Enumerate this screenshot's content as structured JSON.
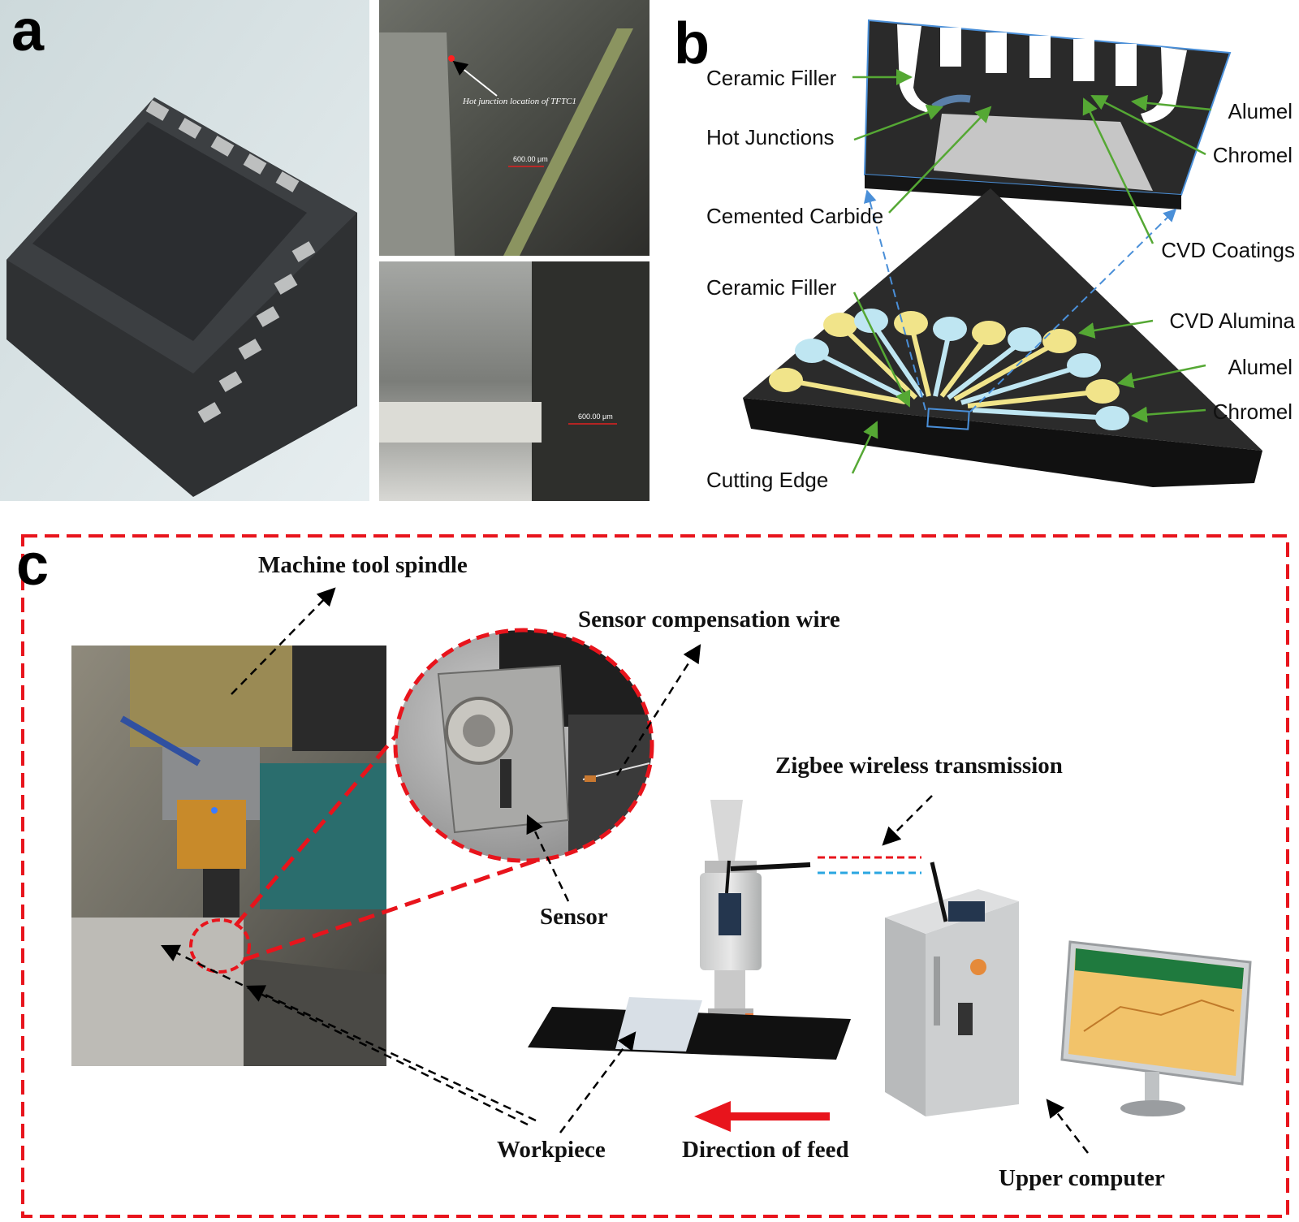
{
  "panels": {
    "a": {
      "letter": "a",
      "micro_label_top": "Hot junction location of TFTC1",
      "scale_top": "600.00 μm",
      "scale_bottom": "600.00 μm"
    },
    "b": {
      "letter": "b",
      "labels": {
        "ceramic_filler_top": "Ceramic Filler",
        "hot_junctions": "Hot Junctions",
        "cemented_carbide": "Cemented Carbide",
        "ceramic_filler_bottom": "Ceramic Filler",
        "cutting_edge": "Cutting Edge",
        "alumel_top": "Alumel",
        "chromel_top": "Chromel",
        "cvd_coatings": "CVD Coatings",
        "cvd_alumina": "CVD Alumina",
        "alumel_bottom": "Alumel",
        "chromel_bottom": "Chromel"
      },
      "colors": {
        "alumel_pad": "#f1e48a",
        "chromel_pad": "#bfe6f2",
        "arrow": "#55a834",
        "box": "#4a8fd8"
      }
    },
    "c": {
      "letter": "c",
      "labels": {
        "machine_tool_spindle": "Machine tool spindle",
        "sensor_compensation_wire": "Sensor compensation wire",
        "zigbee": "Zigbee wireless transmission",
        "sensor": "Sensor",
        "workpiece": "Workpiece",
        "direction_of_feed": "Direction of feed",
        "upper_computer": "Upper computer"
      },
      "colors": {
        "frame": "#e8141c",
        "feed_arrow": "#e8141c",
        "wire_red": "#e8141c",
        "wire_blue": "#2aa6e0"
      }
    }
  }
}
